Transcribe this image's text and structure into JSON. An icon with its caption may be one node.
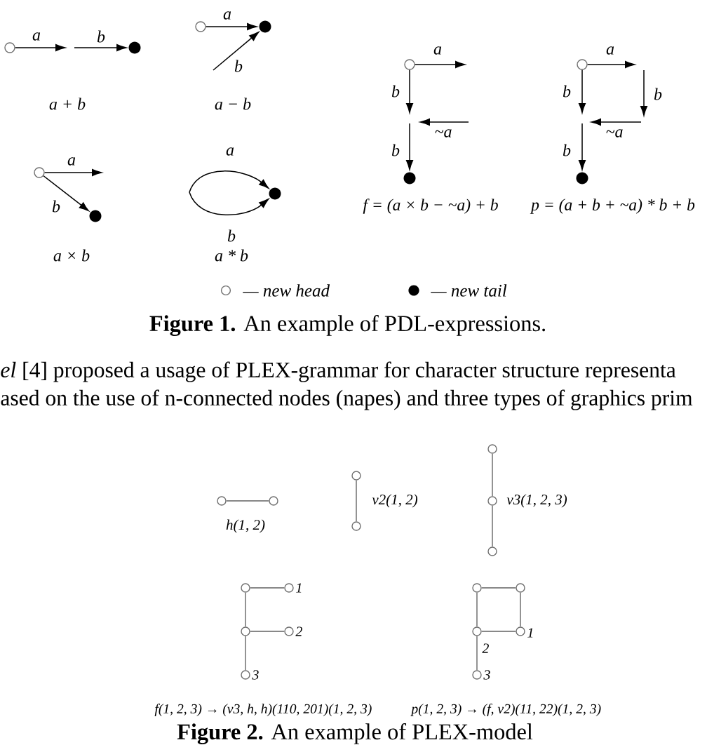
{
  "diagram": {
    "nodes": [
      {
        "text": [],
        "shape": "circle"
      },
      {
        "text": [],
        "shape": "dot"
      },
      {
        "text": [],
        "shape": "circle"
      },
      {
        "text": [],
        "shape": "dot"
      },
      {
        "text": [],
        "shape": "circle"
      },
      {
        "text": [],
        "shape": "dot"
      },
      {
        "text": [],
        "shape": "circle"
      },
      {
        "text": [],
        "shape": "dot"
      },
      {
        "text": [],
        "shape": "circle"
      },
      {
        "text": [],
        "shape": "dot"
      },
      {
        "text": [],
        "shape": "dot"
      },
      {
        "text": [],
        "shape": "circle"
      },
      {
        "text": [],
        "shape": "circle"
      },
      {
        "text": [],
        "shape": "circle"
      },
      {
        "text": [],
        "shape": "circle"
      },
      {
        "text": [],
        "shape": "circle"
      },
      {
        "text": [],
        "shape": "circle"
      },
      {
        "text": [],
        "shape": "circle"
      },
      {
        "text": [],
        "shape": "circle"
      },
      {
        "text": [],
        "shape": "circle",
        "beside": [
          "1"
        ]
      },
      {
        "text": [],
        "shape": "circle"
      },
      {
        "text": [],
        "shape": "circle",
        "beside": [
          "2"
        ]
      },
      {
        "text": [],
        "shape": "circle",
        "beside": [
          "3"
        ]
      },
      {
        "text": [],
        "shape": "circle"
      },
      {
        "text": [],
        "shape": "circle"
      },
      {
        "text": [],
        "shape": "circle",
        "beside": [
          "2"
        ]
      },
      {
        "text": [],
        "shape": "circle",
        "beside": [
          "1"
        ]
      },
      {
        "text": [],
        "shape": "circle",
        "beside": [
          "3"
        ]
      }
    ],
    "edges": [
      {
        "from": 0,
        "to": null,
        "arrow": "to",
        "label": "a"
      },
      {
        "from": null,
        "to": 1,
        "arrow": "to",
        "label": "b"
      },
      {
        "from": 2,
        "to": 3,
        "arrow": "to",
        "label": "a"
      },
      {
        "from": null,
        "to": 3,
        "arrow": "to",
        "label": "b"
      },
      {
        "from": 4,
        "to": null,
        "arrow": "to",
        "label": "a"
      },
      {
        "from": 4,
        "to": null,
        "arrow": "to",
        "label": "b"
      },
      {
        "from": null,
        "to": 5,
        "arrow": "to",
        "label": "b"
      },
      {
        "from": 6,
        "to": null,
        "arrow": "to",
        "label": "a"
      },
      {
        "from": 6,
        "to": null,
        "arrow": "to",
        "label": "b"
      },
      {
        "from": null,
        "to": 7,
        "arrow": "to",
        "label": "b"
      },
      {
        "from": 8,
        "to": null,
        "arrow": "to",
        "label": "a"
      },
      {
        "from": 8,
        "to": 9,
        "arrow": "to",
        "label": "b"
      },
      {
        "from": null,
        "to": 10,
        "arrow": "to",
        "label": "a"
      },
      {
        "from": null,
        "to": 10,
        "arrow": "to",
        "label": "b"
      },
      {
        "from": 11,
        "to": 12,
        "arrow": "none",
        "color": "#888888"
      },
      {
        "from": 13,
        "to": 14,
        "arrow": "none",
        "color": "#888888"
      },
      {
        "from": 15,
        "to": 16,
        "arrow": "none",
        "color": "#888888"
      },
      {
        "from": 16,
        "to": 17,
        "arrow": "none",
        "color": "#888888"
      },
      {
        "from": 18,
        "to": 19,
        "arrow": "none",
        "color": "#888888"
      },
      {
        "from": 18,
        "to": 20,
        "arrow": "none",
        "color": "#888888"
      },
      {
        "from": 20,
        "to": 21,
        "arrow": "none",
        "color": "#888888"
      },
      {
        "from": 20,
        "to": 22,
        "arrow": "none",
        "color": "#888888"
      },
      {
        "from": 23,
        "to": 24,
        "arrow": "none",
        "color": "#888888"
      },
      {
        "from": 24,
        "to": 26,
        "arrow": "none",
        "color": "#888888"
      },
      {
        "from": 23,
        "to": 25,
        "arrow": "none",
        "color": "#888888"
      },
      {
        "from": 25,
        "to": 26,
        "arrow": "none",
        "color": "#888888"
      },
      {
        "from": 25,
        "to": 27,
        "arrow": "none",
        "color": "#888888"
      }
    ],
    "labels": [
      "b",
      "a + b",
      "a − b",
      "~a",
      "~a",
      "f = (a × b − ~a) + b",
      "p = (a + b + ~a) * b + b",
      "a × b",
      "a * b",
      "**Figure 1.** An example of PDL-expressions.",
      "*el* [4] proposed a usage of PLEX-grammar for character structure representa",
      "ased on the use of n-connected nodes (napes) and three types of graphics prim",
      "h(1, 2)",
      "v2(1, 2)",
      "v3(1, 2, 3)",
      "f(1, 2, 3) → (v3, h, h)(110, 201)(1, 2, 3)",
      "p(1, 2, 3) → (f, v2)(11, 22)(1, 2, 3)",
      "**Figure 2.** An example of PLEX-model"
    ],
    "legend": [
      {
        "text": "— new head"
      },
      {
        "text": "— new tail"
      }
    ]
  }
}
